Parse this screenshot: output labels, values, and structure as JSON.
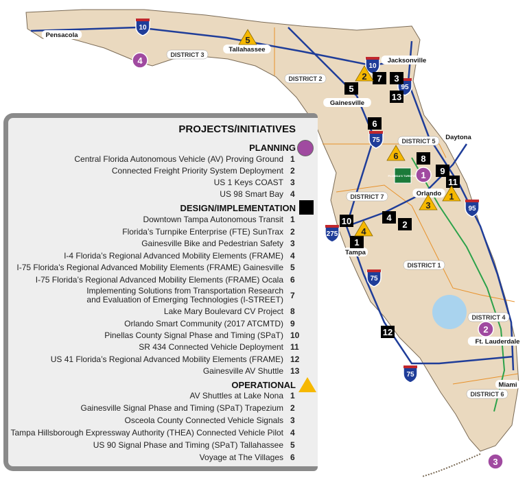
{
  "colors": {
    "land": "#ead9bf",
    "water": "#a9d3ee",
    "interstate": "#1f3d99",
    "planning": "#a04aa0",
    "design": "#000000",
    "operational": "#f6b800",
    "district_border": "#e8912a",
    "turnpike": "#2ca24a"
  },
  "cities": [
    "Pensacola",
    "Tallahassee",
    "Jacksonville",
    "Gainesville",
    "Daytona",
    "Orlando",
    "Tampa",
    "Ft. Lauderdale",
    "Miami"
  ],
  "districts": [
    "DISTRICT 3",
    "DISTRICT 2",
    "DISTRICT 5",
    "DISTRICT 7",
    "DISTRICT 1",
    "DISTRICT 4",
    "DISTRICT 6"
  ],
  "interstates": [
    "10",
    "10",
    "95",
    "75",
    "95",
    "275",
    "75",
    "75"
  ],
  "turnpike_sign": "FLORIDA'S TURNPIKE",
  "legend": {
    "title": "PROJECTS/INITIATIVES",
    "planning": {
      "label": "PLANNING",
      "items": [
        {
          "name": "Central Florida Autonomous Vehicle (AV) Proving Ground",
          "num": "1"
        },
        {
          "name": "Connected Freight Priority System Deployment",
          "num": "2"
        },
        {
          "name": "US 1 Keys COAST",
          "num": "3"
        },
        {
          "name": "US 98 Smart Bay",
          "num": "4"
        }
      ]
    },
    "design": {
      "label": "DESIGN/IMPLEMENTATION",
      "items": [
        {
          "name": "Downtown Tampa Autonomous Transit",
          "num": "1"
        },
        {
          "name": "Florida’s Turnpike Enterprise (FTE) SunTrax",
          "num": "2"
        },
        {
          "name": "Gainesville Bike and Pedestrian Safety",
          "num": "3"
        },
        {
          "name": "I-4 Florida’s Regional Advanced Mobility Elements (FRAME)",
          "num": "4"
        },
        {
          "name": "I-75 Florida’s Regional Advanced Mobility Elements (FRAME) Gainesville",
          "num": "5"
        },
        {
          "name": "I-75 Florida’s Regional Advanced Mobility Elements (FRAME) Ocala",
          "num": "6"
        },
        {
          "name": "Implementing Solutions from Transportation Research and Evaluation of Emerging Technologies (I-STREET)",
          "num": "7"
        },
        {
          "name": "Lake Mary Boulevard CV Project",
          "num": "8"
        },
        {
          "name": "Orlando Smart Community (2017 ATCMTD)",
          "num": "9"
        },
        {
          "name": "Pinellas County Signal Phase and Timing (SPaT)",
          "num": "10"
        },
        {
          "name": "SR 434 Connected Vehicle Deployment",
          "num": "11"
        },
        {
          "name": "US 41 Florida’s Regional Advanced Mobility Elements (FRAME)",
          "num": "12"
        },
        {
          "name": "Gainesville AV Shuttle",
          "num": "13"
        }
      ]
    },
    "operational": {
      "label": "OPERATIONAL",
      "items": [
        {
          "name": "AV Shuttles at Lake Nona",
          "num": "1"
        },
        {
          "name": "Gainesville Signal Phase and Timing (SPaT) Trapezium",
          "num": "2"
        },
        {
          "name": "Osceola County Connected Vehicle Signals",
          "num": "3"
        },
        {
          "name": "Tampa Hillsborough Expressway Authority (THEA) Connected Vehicle Pilot",
          "num": "4"
        },
        {
          "name": "US 90 Signal Phase and Timing (SPaT) Tallahassee",
          "num": "5"
        },
        {
          "name": "Voyage at The Villages",
          "num": "6"
        }
      ]
    }
  },
  "markers": {
    "planning": [
      "4",
      "1",
      "2",
      "3"
    ],
    "design": [
      "7",
      "3",
      "5",
      "13",
      "6",
      "8",
      "9",
      "11",
      "10",
      "4",
      "2",
      "1",
      "12"
    ],
    "operational": [
      "5",
      "2",
      "6",
      "3",
      "1",
      "4"
    ]
  }
}
